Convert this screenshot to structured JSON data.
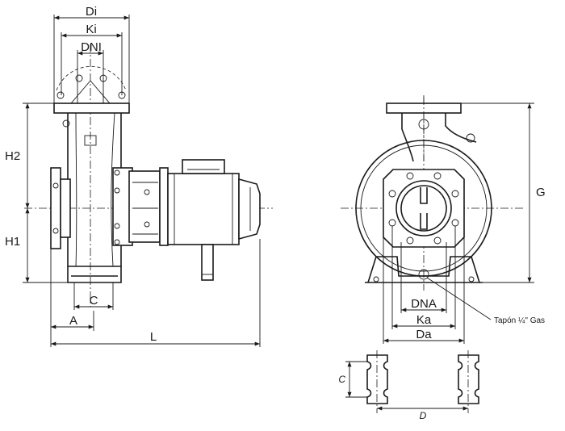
{
  "labels": {
    "di": "Di",
    "ki": "Ki",
    "dni": "DNI",
    "h2": "H2",
    "h1": "H1",
    "c_side": "C",
    "a": "A",
    "l": "L",
    "g": "G",
    "dna": "DNA",
    "ka": "Ka",
    "da": "Da",
    "plug_note": "Tapón ¼\" Gas",
    "c_foot": "C",
    "d_foot": "D"
  }
}
